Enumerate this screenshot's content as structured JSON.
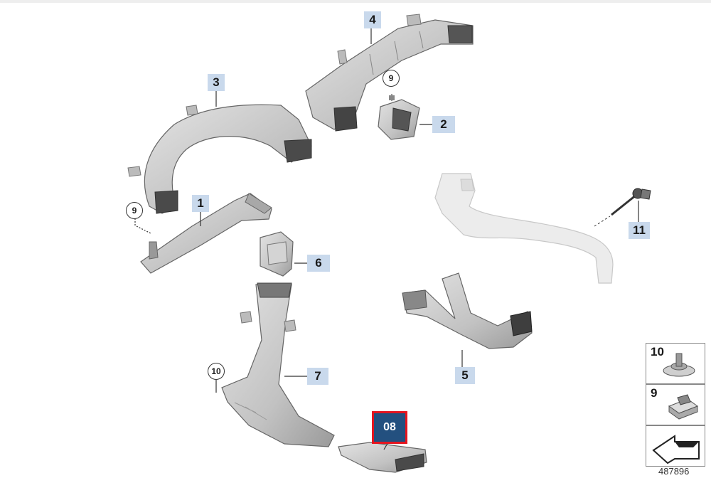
{
  "labels": {
    "p1": "1",
    "p2": "2",
    "p3": "3",
    "p4": "4",
    "p5": "5",
    "p6": "6",
    "p7": "7",
    "p11": "11"
  },
  "circled": {
    "c9a": "9",
    "c9b": "9",
    "c10": "10"
  },
  "selected_part": "08",
  "legend": {
    "cell10": "10",
    "cell9": "9"
  },
  "diagram_id": "487896",
  "colors": {
    "label_bg": "#c9d9ec",
    "selected_bg": "#23507f",
    "selected_border": "#e4151f",
    "part_fill": "#c9c9c9",
    "part_ghost": "#ececec"
  }
}
